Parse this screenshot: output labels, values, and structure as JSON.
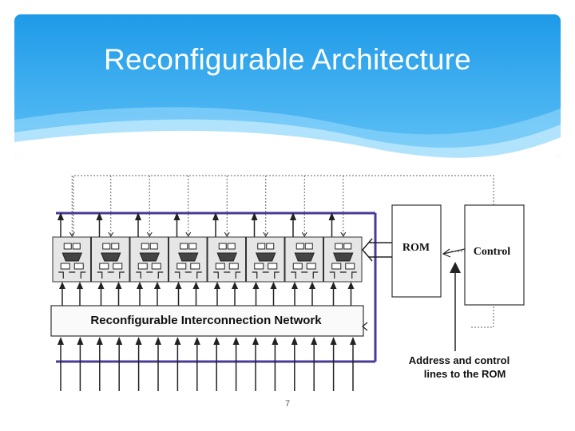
{
  "slide": {
    "title": "Reconfigurable Architecture",
    "page_number": "7"
  },
  "diagram": {
    "rom_label": "ROM",
    "control_label": "Control",
    "network_label": "Reconfigurable Interconnection Network",
    "address_note_line1": "Address and control",
    "address_note_line2": "lines to the ROM",
    "cell_count": 8,
    "input_line_count": 16
  },
  "colors": {
    "banner_top": "#2fa6ee",
    "banner_bottom": "#7dd0f8",
    "frame_purple": "#4b3a98",
    "cell_fill": "#e6e6e6",
    "line_dark": "#222222"
  }
}
